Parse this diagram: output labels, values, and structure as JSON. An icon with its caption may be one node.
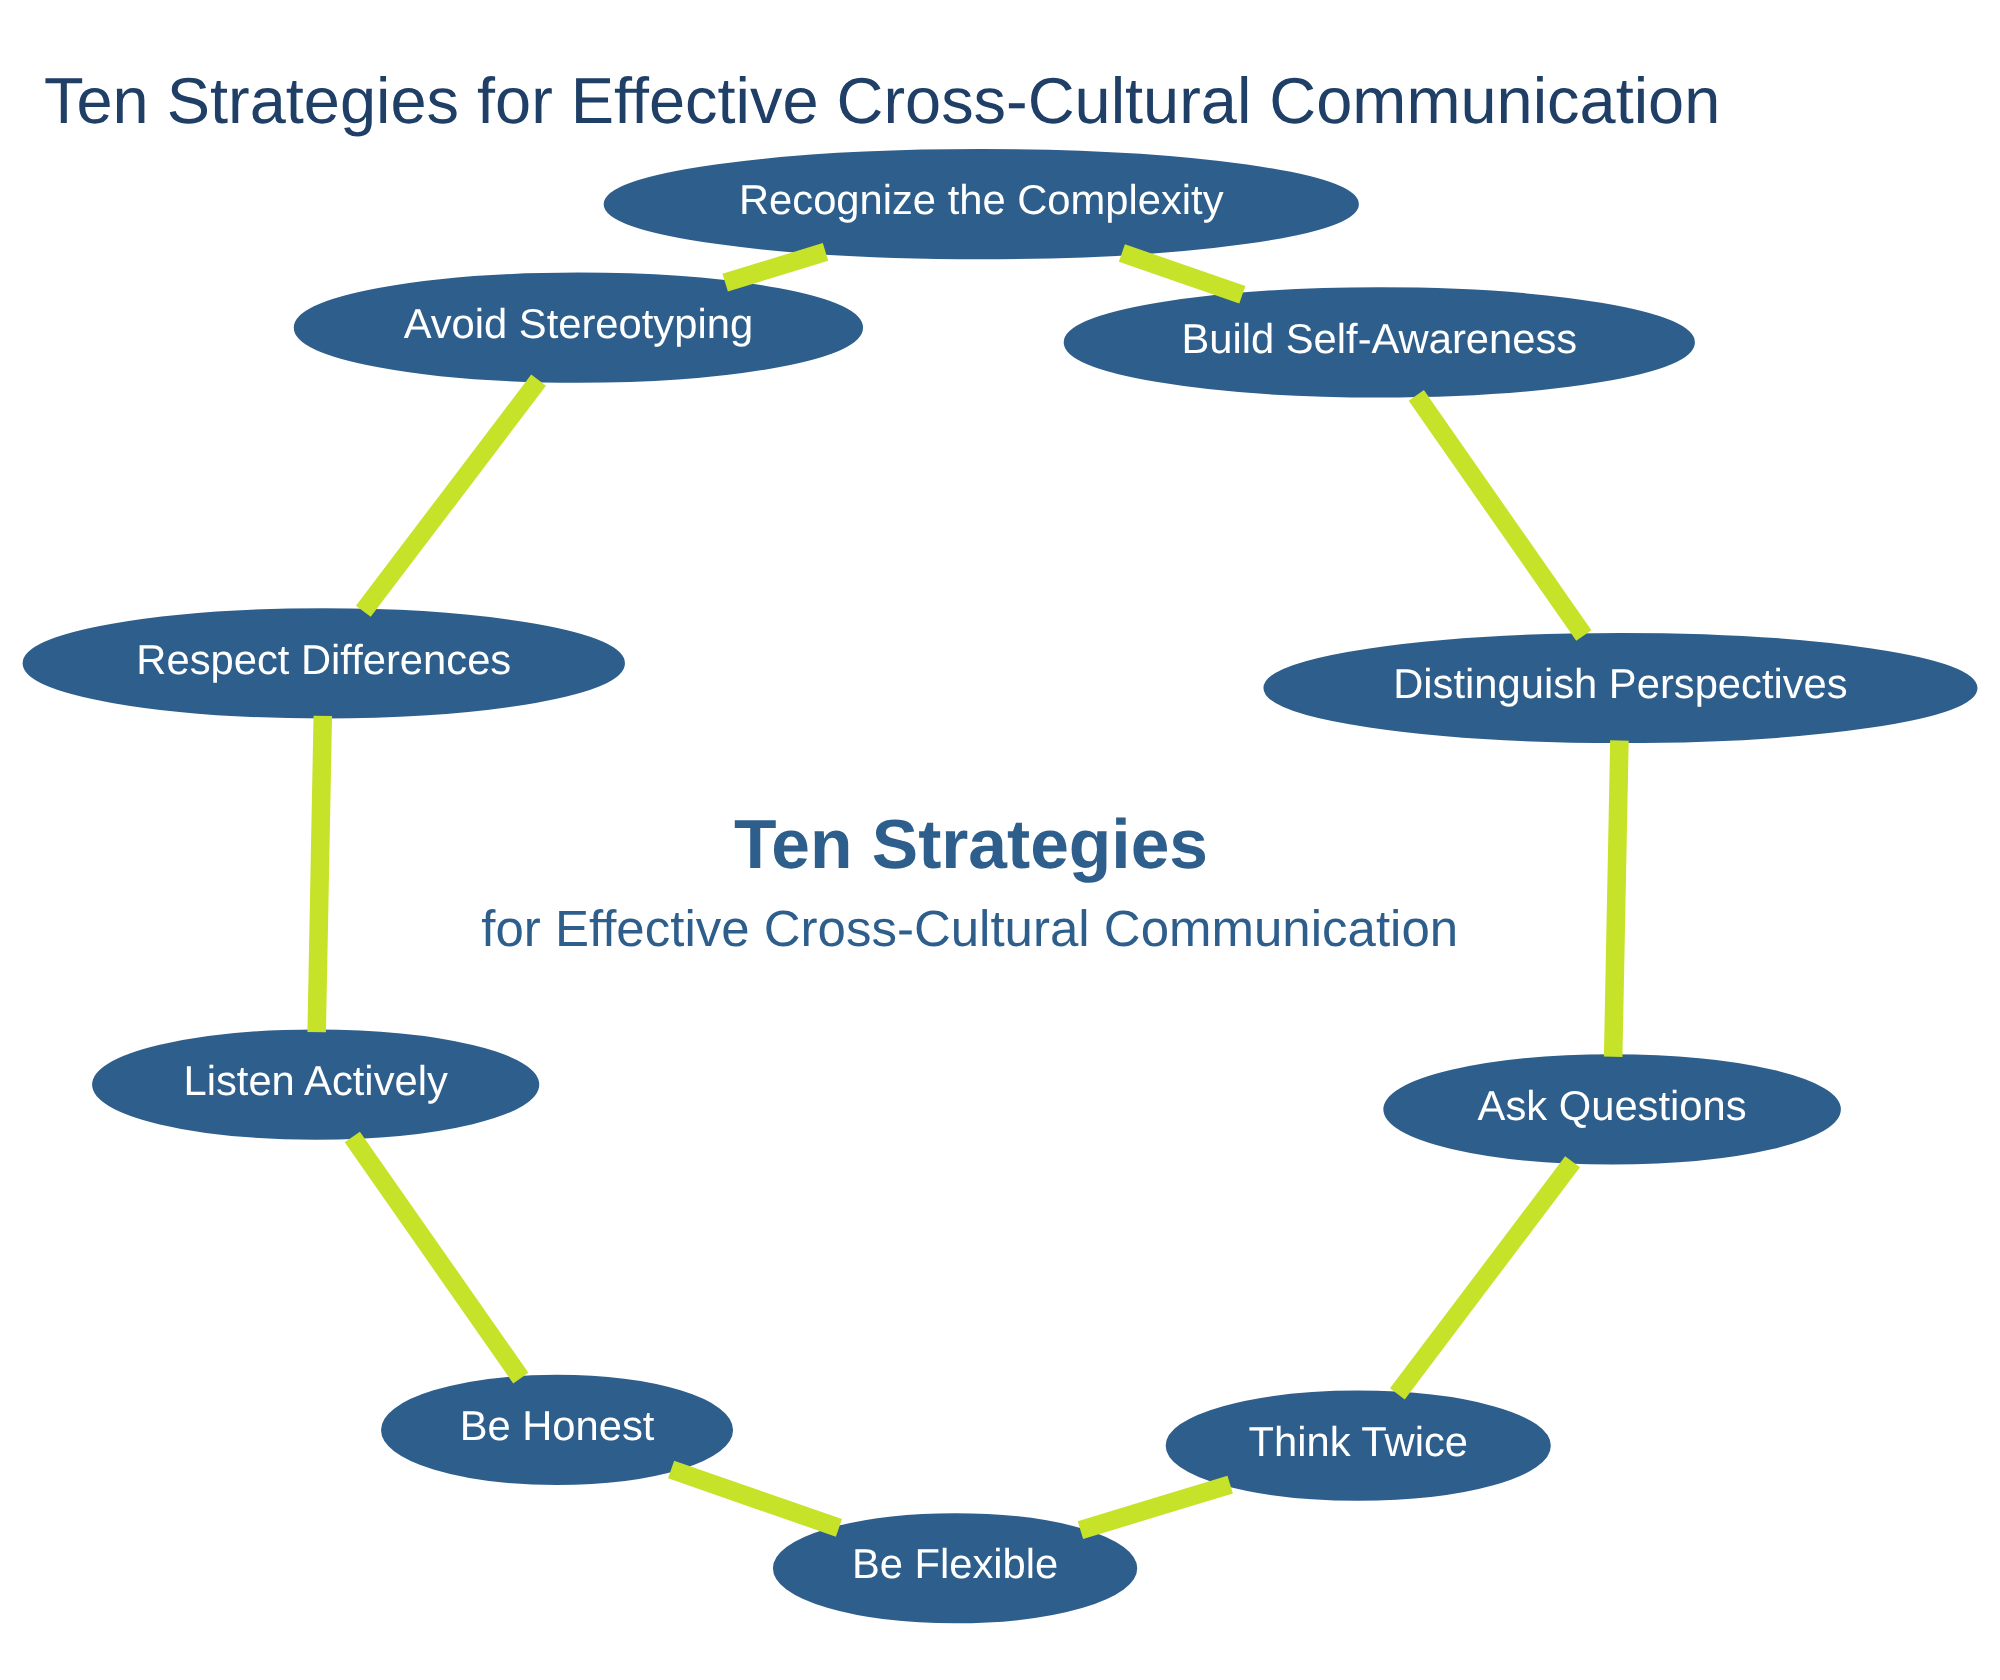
{
  "diagram": {
    "title": "Ten Strategies for Effective Cross-Cultural Communication",
    "nodes": [
      {
        "text": [
          "Ask Questions"
        ]
      },
      {
        "text": [
          "Distinguish Perspectives"
        ]
      },
      {
        "text": [
          "Build Self-Awareness"
        ]
      },
      {
        "text": [
          "Recognize the Complexity"
        ]
      },
      {
        "text": [
          "Avoid Stereotyping"
        ]
      },
      {
        "text": [
          "Respect Differences"
        ]
      },
      {
        "text": [
          "Listen Actively"
        ]
      },
      {
        "text": [
          "Be Honest"
        ]
      },
      {
        "text": [
          "Be Flexible"
        ]
      },
      {
        "text": [
          "Think Twice"
        ]
      }
    ],
    "edges": [
      {
        "from": 0,
        "to": 1,
        "arrow": "none"
      },
      {
        "from": 1,
        "to": 2,
        "arrow": "none"
      },
      {
        "from": 2,
        "to": 3,
        "arrow": "none"
      },
      {
        "from": 3,
        "to": 4,
        "arrow": "none"
      },
      {
        "from": 4,
        "to": 5,
        "arrow": "none"
      },
      {
        "from": 5,
        "to": 6,
        "arrow": "none"
      },
      {
        "from": 6,
        "to": 7,
        "arrow": "none"
      },
      {
        "from": 7,
        "to": 8,
        "arrow": "none"
      },
      {
        "from": 8,
        "to": 9,
        "arrow": "none"
      },
      {
        "from": 9,
        "to": 0,
        "arrow": "none"
      }
    ],
    "labels": [
      "Ten Strategies",
      "for Effective Cross-Cultural Communication"
    ]
  }
}
